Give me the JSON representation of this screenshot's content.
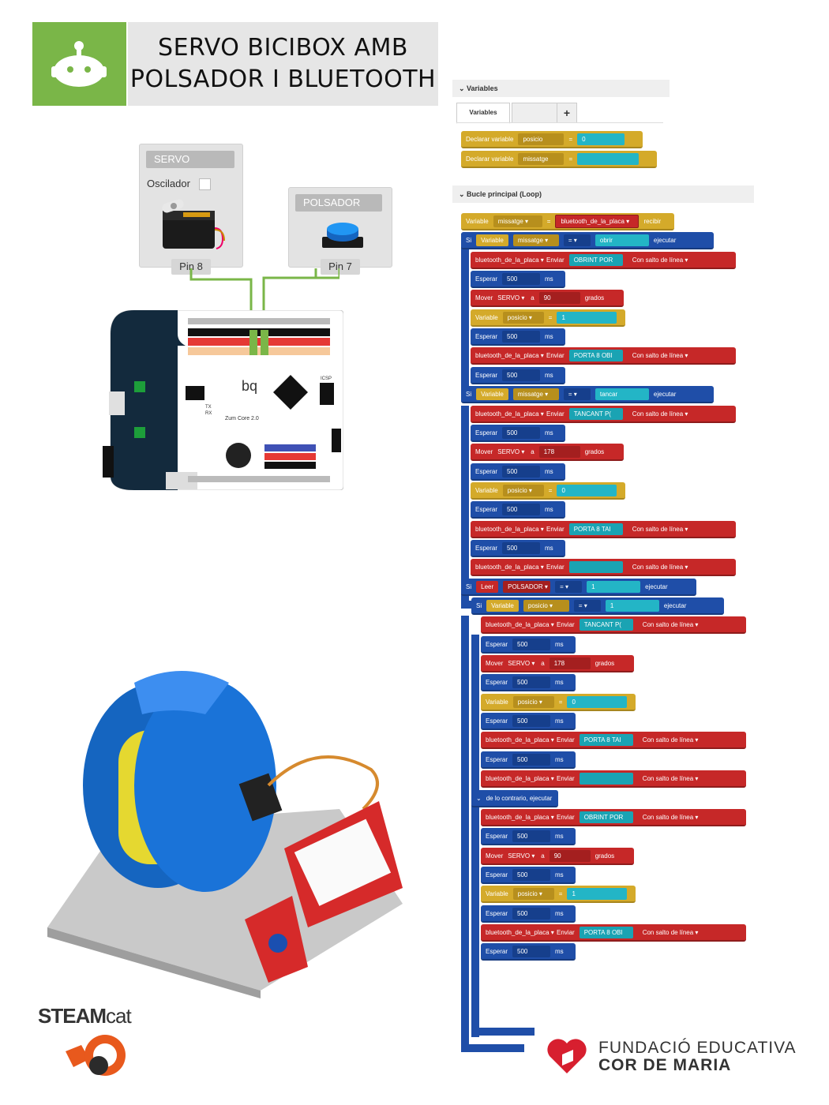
{
  "header": {
    "title_line1": "SERVO BICIBOX AMB",
    "title_line2": "POLSADOR I BLUETOOTH"
  },
  "components": {
    "servo": {
      "title": "SERVO",
      "option": "Oscilador",
      "pin": "Pin 8"
    },
    "button": {
      "title": "POLSADOR",
      "pin": "Pin 7"
    }
  },
  "board": {
    "brand": "bq",
    "model": "Zum Core 2.0",
    "header_icsp": "ICSP",
    "tx": "TX",
    "rx": "RX"
  },
  "variables_section": {
    "header": "Variables",
    "tab_active": "Variables",
    "tab_add": "+",
    "declare_label": "Declarar variable",
    "decl": [
      {
        "name": "posicio",
        "eq": "=",
        "value": "0"
      },
      {
        "name": "missatge",
        "eq": "=",
        "value": ""
      }
    ]
  },
  "loop_section": {
    "header": "Bucle principal (Loop)",
    "blocks": [
      {
        "k": "var_set",
        "a": "Variable",
        "b": "missatge",
        "c": "=",
        "d": "bluetooth_de_la_placa",
        "e": "recibir"
      },
      {
        "k": "if",
        "a": "Si",
        "b": "Variable",
        "c": "missatge",
        "op": "=",
        "val": "obrir",
        "exec": "ejecutar"
      },
      {
        "k": "send",
        "dev": "bluetooth_de_la_placa",
        "act": "Enviar",
        "txt": "OBRINT POR",
        "mode": "Con salto de línea"
      },
      {
        "k": "wait",
        "a": "Esperar",
        "v": "500",
        "u": "ms"
      },
      {
        "k": "move",
        "a": "Mover",
        "s": "SERVO",
        "to": "a",
        "v": "90",
        "u": "grados"
      },
      {
        "k": "var_num",
        "a": "Variable",
        "b": "posicio",
        "c": "=",
        "v": "1"
      },
      {
        "k": "wait",
        "a": "Esperar",
        "v": "500",
        "u": "ms"
      },
      {
        "k": "send",
        "dev": "bluetooth_de_la_placa",
        "act": "Enviar",
        "txt": "PORTA 8 OBI",
        "mode": "Con salto de línea"
      },
      {
        "k": "wait",
        "a": "Esperar",
        "v": "500",
        "u": "ms"
      },
      {
        "k": "if",
        "a": "Si",
        "b": "Variable",
        "c": "missatge",
        "op": "=",
        "val": "tancar",
        "exec": "ejecutar"
      },
      {
        "k": "send",
        "dev": "bluetooth_de_la_placa",
        "act": "Enviar",
        "txt": "TANCANT P(",
        "mode": "Con salto de línea"
      },
      {
        "k": "wait",
        "a": "Esperar",
        "v": "500",
        "u": "ms"
      },
      {
        "k": "move",
        "a": "Mover",
        "s": "SERVO",
        "to": "a",
        "v": "178",
        "u": "grados"
      },
      {
        "k": "wait",
        "a": "Esperar",
        "v": "500",
        "u": "ms"
      },
      {
        "k": "var_num",
        "a": "Variable",
        "b": "posicio",
        "c": "=",
        "v": "0"
      },
      {
        "k": "wait",
        "a": "Esperar",
        "v": "500",
        "u": "ms"
      },
      {
        "k": "send",
        "dev": "bluetooth_de_la_placa",
        "act": "Enviar",
        "txt": "PORTA 8 TAI",
        "mode": "Con salto de línea"
      },
      {
        "k": "wait",
        "a": "Esperar",
        "v": "500",
        "u": "ms"
      },
      {
        "k": "send",
        "dev": "bluetooth_de_la_placa",
        "act": "Enviar",
        "txt": "",
        "mode": "Con salto de línea"
      },
      {
        "k": "if_read",
        "a": "Si",
        "b": "Leer",
        "c": "POLSADOR",
        "op": "=",
        "val": "1",
        "exec": "ejecutar"
      },
      {
        "k": "if",
        "a": "Si",
        "b": "Variable",
        "c": "posicio",
        "op": "=",
        "val": "1",
        "exec": "ejecutar"
      },
      {
        "k": "send",
        "dev": "bluetooth_de_la_placa",
        "act": "Enviar",
        "txt": "TANCANT P(",
        "mode": "Con salto de línea"
      },
      {
        "k": "wait",
        "a": "Esperar",
        "v": "500",
        "u": "ms"
      },
      {
        "k": "move",
        "a": "Mover",
        "s": "SERVO",
        "to": "a",
        "v": "178",
        "u": "grados"
      },
      {
        "k": "wait",
        "a": "Esperar",
        "v": "500",
        "u": "ms"
      },
      {
        "k": "var_num",
        "a": "Variable",
        "b": "posicio",
        "c": "=",
        "v": "0"
      },
      {
        "k": "wait",
        "a": "Esperar",
        "v": "500",
        "u": "ms"
      },
      {
        "k": "send",
        "dev": "bluetooth_de_la_placa",
        "act": "Enviar",
        "txt": "PORTA 8 TAI",
        "mode": "Con salto de línea"
      },
      {
        "k": "wait",
        "a": "Esperar",
        "v": "500",
        "u": "ms"
      },
      {
        "k": "send",
        "dev": "bluetooth_de_la_placa",
        "act": "Enviar",
        "txt": "",
        "mode": "Con salto de línea"
      },
      {
        "k": "else",
        "a": "de lo contrario, ejecutar"
      },
      {
        "k": "send",
        "dev": "bluetooth_de_la_placa",
        "act": "Enviar",
        "txt": "OBRINT POR",
        "mode": "Con salto de línea"
      },
      {
        "k": "wait",
        "a": "Esperar",
        "v": "500",
        "u": "ms"
      },
      {
        "k": "move",
        "a": "Mover",
        "s": "SERVO",
        "to": "a",
        "v": "90",
        "u": "grados"
      },
      {
        "k": "wait",
        "a": "Esperar",
        "v": "500",
        "u": "ms"
      },
      {
        "k": "var_num",
        "a": "Variable",
        "b": "posicio",
        "c": "=",
        "v": "1"
      },
      {
        "k": "wait",
        "a": "Esperar",
        "v": "500",
        "u": "ms"
      },
      {
        "k": "send",
        "dev": "bluetooth_de_la_placa",
        "act": "Enviar",
        "txt": "PORTA 8 OBI",
        "mode": "Con salto de línea"
      },
      {
        "k": "wait",
        "a": "Esperar",
        "v": "500",
        "u": "ms"
      }
    ]
  },
  "footer": {
    "steam_bold": "STEAM",
    "steam_light": "cat",
    "fundacio_line1": "FUNDACIÓ EDUCATIVA",
    "fundacio_line2": "COR DE MARIA"
  },
  "colors": {
    "green": "#7ab648",
    "red": "#c62828",
    "blue": "#1f4ea8",
    "yellow": "#d4aa2a",
    "teal": "#1aa3b3"
  }
}
